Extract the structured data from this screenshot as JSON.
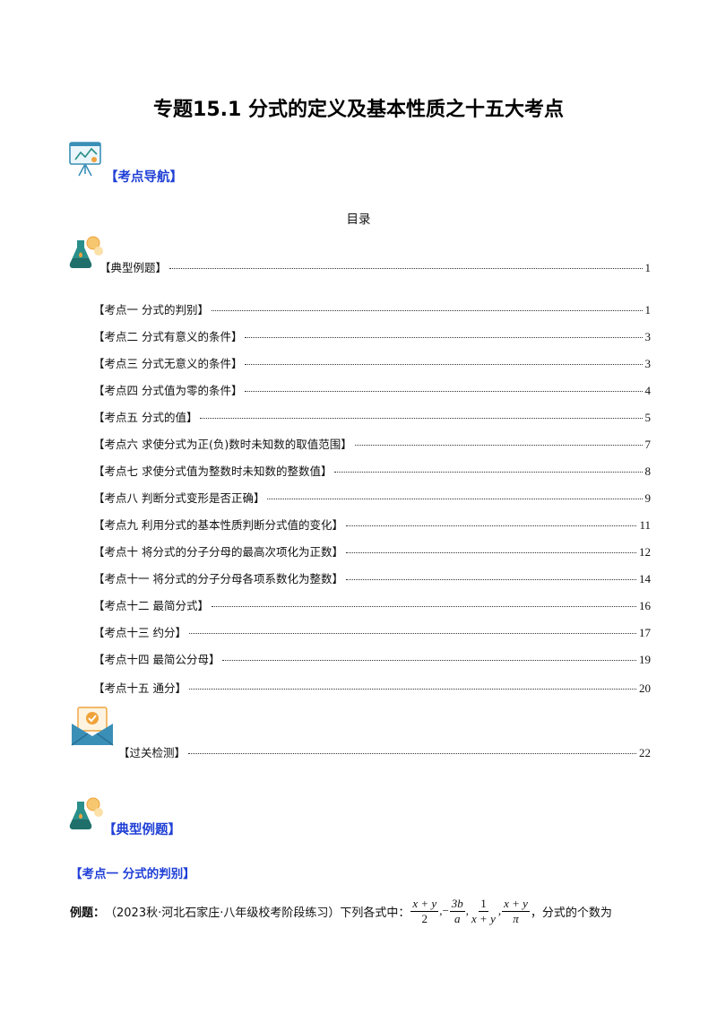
{
  "title": "专题15.1  分式的定义及基本性质之十五大考点",
  "nav_heading": "【考点导航】",
  "toc_label": "目录",
  "toc_top": {
    "label": "【典型例题】",
    "page": "1"
  },
  "toc_items": [
    {
      "label": "【考点一  分式的判别】",
      "page": "1"
    },
    {
      "label": "【考点二  分式有意义的条件】",
      "page": "3"
    },
    {
      "label": "【考点三  分式无意义的条件】",
      "page": "3"
    },
    {
      "label": "【考点四  分式值为零的条件】",
      "page": "4"
    },
    {
      "label": "【考点五  分式的值】",
      "page": "5"
    },
    {
      "label": "【考点六  求使分式为正(负)数时未知数的取值范围】",
      "page": "7"
    },
    {
      "label": "【考点七  求使分式值为整数时未知数的整数值】",
      "page": "8"
    },
    {
      "label": "【考点八  判断分式变形是否正确】",
      "page": "9"
    },
    {
      "label": "【考点九  利用分式的基本性质判断分式值的变化】",
      "page": "11"
    },
    {
      "label": "【考点十  将分式的分子分母的最高次项化为正数】",
      "page": "12"
    },
    {
      "label": "【考点十一  将分式的分子分母各项系数化为整数】",
      "page": "14"
    },
    {
      "label": "【考点十二  最简分式】",
      "page": "16"
    },
    {
      "label": "【考点十三  约分】",
      "page": "17"
    },
    {
      "label": "【考点十四  最简公分母】",
      "page": "19"
    },
    {
      "label": "【考点十五  通分】",
      "page": "20"
    }
  ],
  "toc_bottom": {
    "label": "【过关检测】",
    "page": "22"
  },
  "section_heading": "【典型例题】",
  "kaodian_heading": "【考点一  分式的判别】",
  "example": {
    "label": "例题：",
    "source": "（2023秋·河北石家庄·八年级校考阶段练习）下列各式中：",
    "fractions": [
      {
        "sign": "",
        "num": "x + y",
        "den": "2"
      },
      {
        "sign": ",−",
        "num": "3b",
        "den": "a"
      },
      {
        "sign": ",",
        "num": "1",
        "den": "x + y"
      },
      {
        "sign": ",",
        "num": "x + y",
        "den": "π"
      }
    ],
    "tail": "，分式的个数为"
  },
  "colors": {
    "accent_blue": "#1f3fd6",
    "icon_teal": "#2a8f8a",
    "icon_orange": "#f0a23a"
  }
}
